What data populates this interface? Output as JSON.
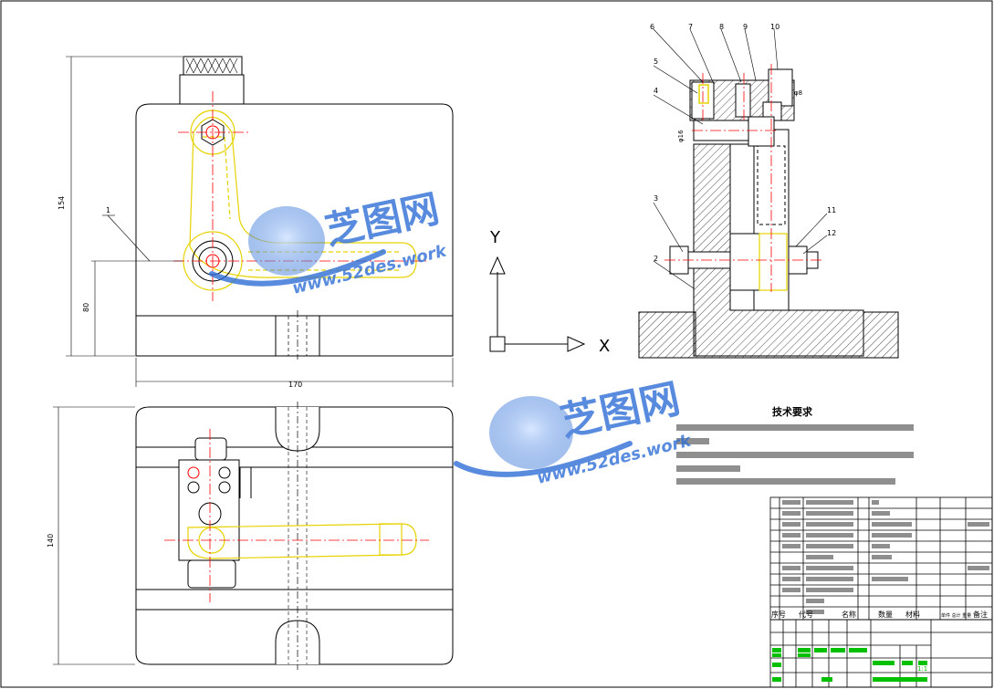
{
  "drawing": {
    "dimensions": {
      "height_front": "154",
      "center_height": "80",
      "width": "170",
      "height_top": "140"
    },
    "axes": {
      "x": "X",
      "y": "Y"
    },
    "callouts_front": [
      "1"
    ],
    "callouts_section": [
      "6",
      "7",
      "8",
      "9",
      "10",
      "5",
      "4",
      "3",
      "2",
      "11",
      "12"
    ],
    "section_dims": {
      "bore": "φ16",
      "dim_b": "φ8"
    }
  },
  "tech_requirements": {
    "title": "技术要求"
  },
  "bom": {
    "headers": {
      "seq": "序号",
      "code": "代号",
      "name": "名称",
      "qty": "数量",
      "material": "材料",
      "weight": "单件 总计 重量",
      "remark": "备注"
    },
    "scale": "1:1"
  },
  "watermark": {
    "brand": "芝图网",
    "url": "www.52des.work"
  },
  "colors": {
    "outline": "#000000",
    "part": "#e6d200",
    "center": "#ff0000",
    "hatch": "#000000",
    "watermark": "#2f6fd6",
    "table_green": "#00c000"
  }
}
